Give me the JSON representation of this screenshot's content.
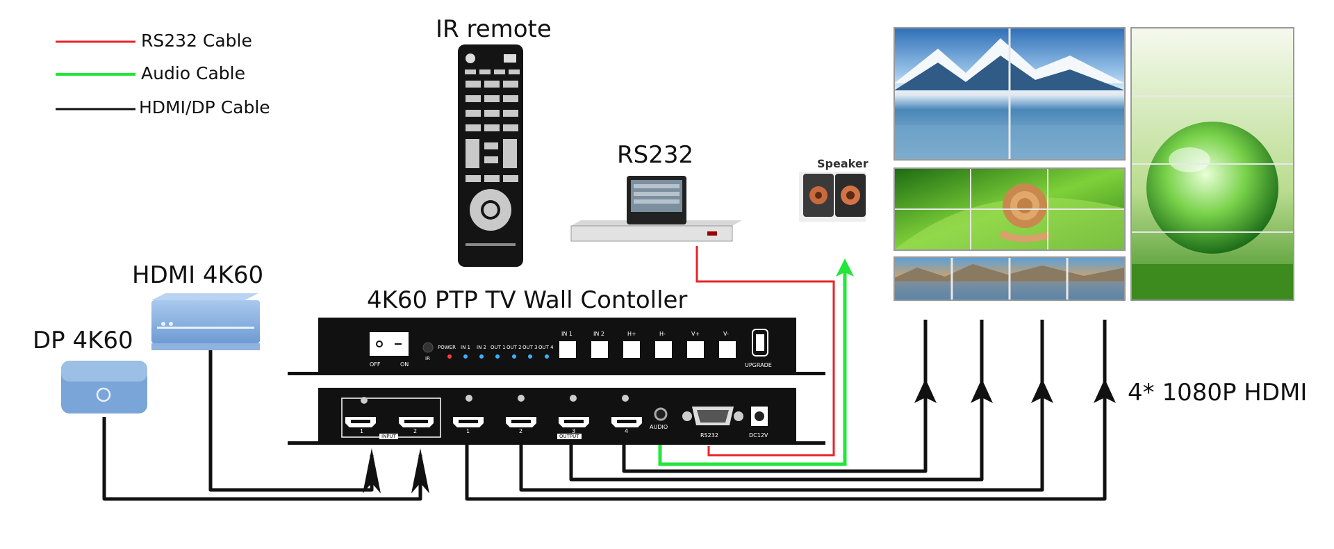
{
  "legend": {
    "items": [
      {
        "label": "RS232 Cable",
        "color": "#e8232a"
      },
      {
        "label": "Audio Cable",
        "color": "#22e63a"
      },
      {
        "label": "HDMI/DP Cable",
        "color": "#111111"
      }
    ]
  },
  "labels": {
    "ir_remote": "IR remote",
    "rs232": "RS232",
    "speaker": "Speaker",
    "hdmi_source": "HDMI 4K60",
    "dp_source": "DP 4K60",
    "controller": "4K60 PTP TV Wall Contoller",
    "outputs": "4* 1080P HDMI"
  },
  "front_panel": {
    "switch_off": "OFF",
    "switch_on": "ON",
    "ir": "IR",
    "leds": [
      "POWER",
      "IN 1",
      "IN 2",
      "OUT 1",
      "OUT 2",
      "OUT 3",
      "OUT 4"
    ],
    "buttons": [
      "IN 1",
      "IN 2",
      "H+",
      "H-",
      "V+",
      "V-"
    ],
    "usb": "UPGRADE"
  },
  "rear_panel": {
    "input_group": "INPUT",
    "input_ports": [
      "1",
      "2"
    ],
    "output_group": "OUTPUT",
    "output_ports": [
      "1",
      "2",
      "3",
      "4"
    ],
    "audio": "AUDIO",
    "rs232": "RS232",
    "dc": "DC12V"
  },
  "colors": {
    "rs232_cable": "#e8232a",
    "audio_cable": "#22e63a",
    "hdmi_cable": "#111111",
    "device_body": "#111111",
    "source_blue": "#7aa5d8"
  },
  "icons": [
    "ir-remote-icon",
    "rs232-touch-panel-icon",
    "speaker-icon",
    "hdmi-player-icon",
    "dp-source-icon",
    "video-wall-icon"
  ]
}
